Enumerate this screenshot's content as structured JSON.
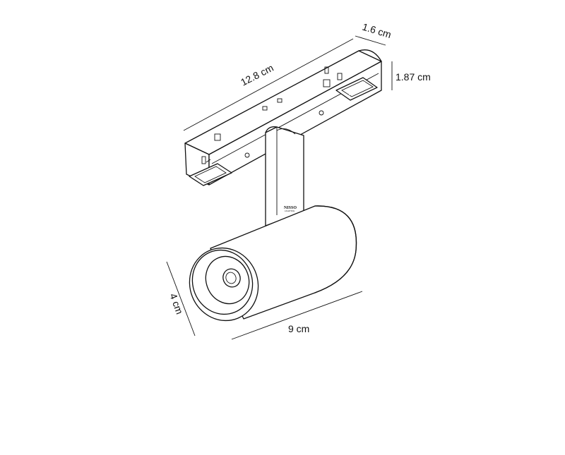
{
  "dimensions": {
    "length": "12.8 cm",
    "width": "1.6 cm",
    "height": "1.87 cm",
    "diameter": "4 cm",
    "body_length": "9 cm"
  },
  "brand": {
    "name": "NISSO",
    "sub": "LIGHTING"
  },
  "colors": {
    "line": "#111111",
    "background": "#ffffff"
  }
}
